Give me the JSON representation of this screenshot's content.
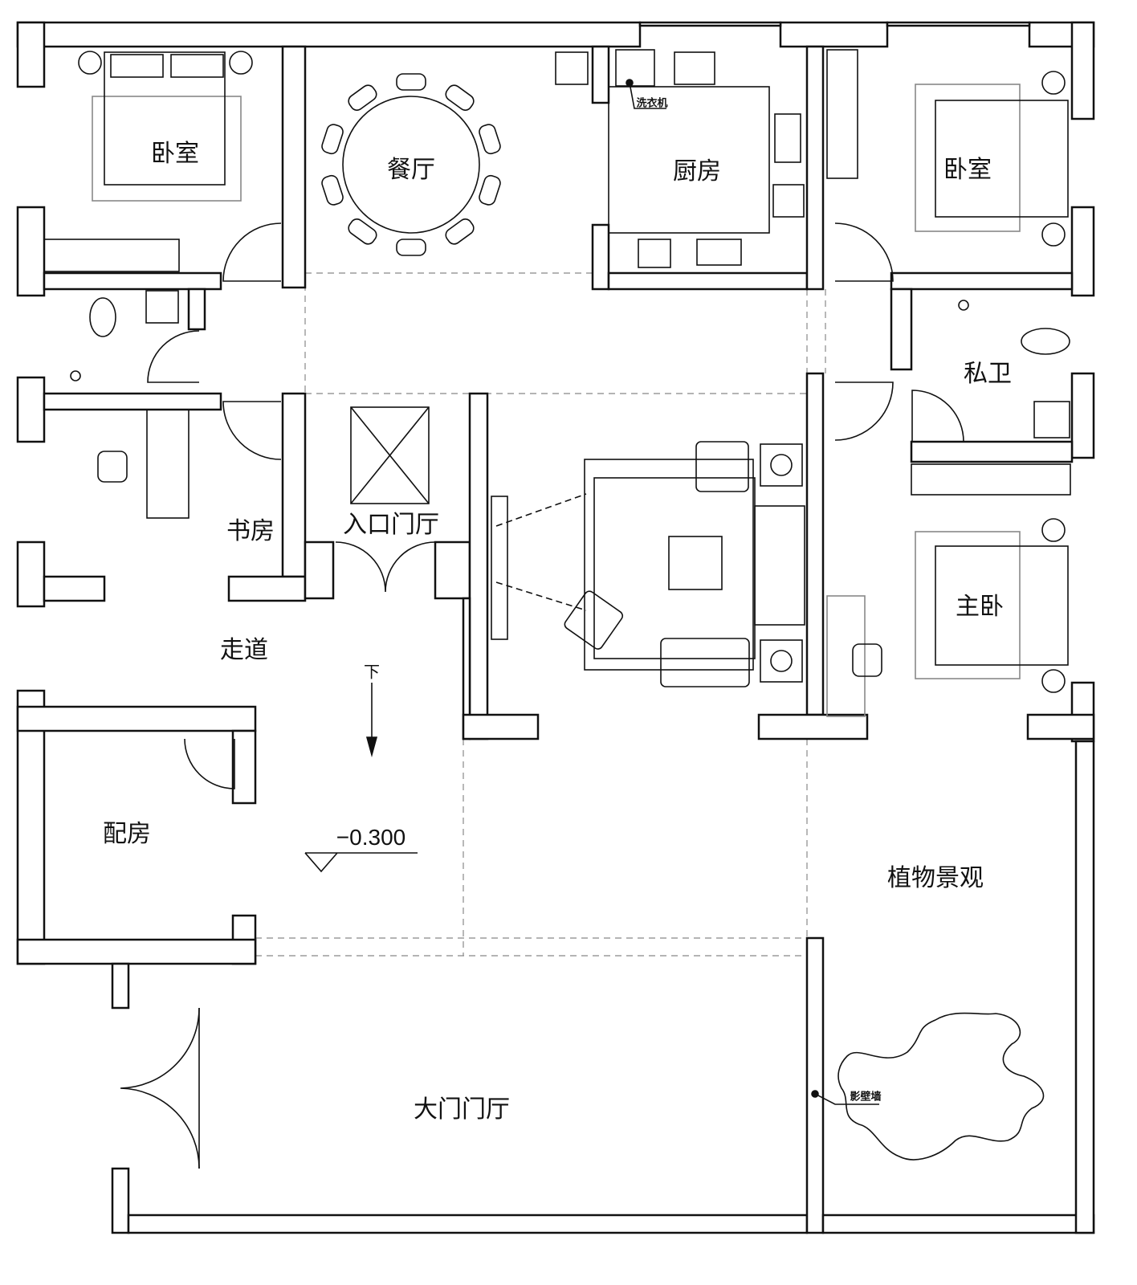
{
  "rooms": {
    "bedroom_left": "卧室",
    "dining": "餐厅",
    "kitchen": "厨房",
    "bedroom_right": "卧室",
    "private_bath": "私卫",
    "study": "书房",
    "entry_hall": "入口门厅",
    "corridor": "走道",
    "master_bedroom": "主卧",
    "annex": "配房",
    "plants": "植物景观",
    "gate_hall": "大门门厅"
  },
  "annotations": {
    "washing_machine": "洗衣机",
    "screen_wall": "影壁墙",
    "down": "下",
    "elevation": "−0.300"
  },
  "colors": {
    "line": "#111111",
    "background": "#ffffff"
  }
}
